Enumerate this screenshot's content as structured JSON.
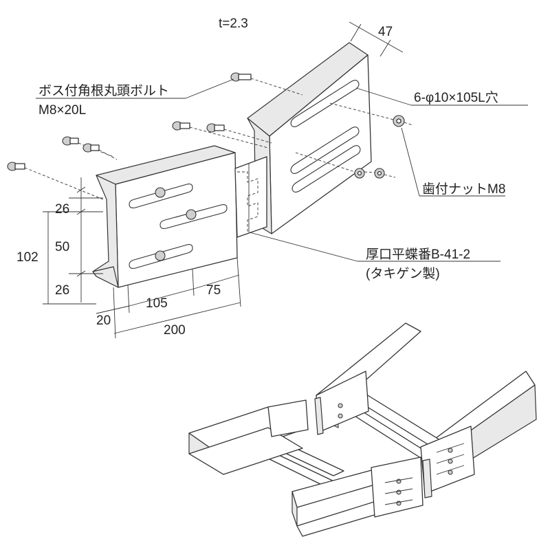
{
  "labels": {
    "thickness": "t=2.3",
    "width_47": "47",
    "bolt_name": "ボス付角根丸頭ボルト",
    "bolt_size": "M8×20L",
    "slot_holes": "6-φ10×105L穴",
    "nut": "歯付ナットM8",
    "hinge_name": "厚口平蝶番B-41-2",
    "hinge_maker": "(タキゲン製)"
  },
  "dimensions": {
    "d26_top": "26",
    "d50": "50",
    "d26_bottom": "26",
    "d102": "102",
    "d20": "20",
    "d105": "105",
    "d75": "75",
    "d200": "200"
  },
  "colors": {
    "line": "#333333",
    "shade": "#e9e9e9",
    "background": "#ffffff"
  }
}
